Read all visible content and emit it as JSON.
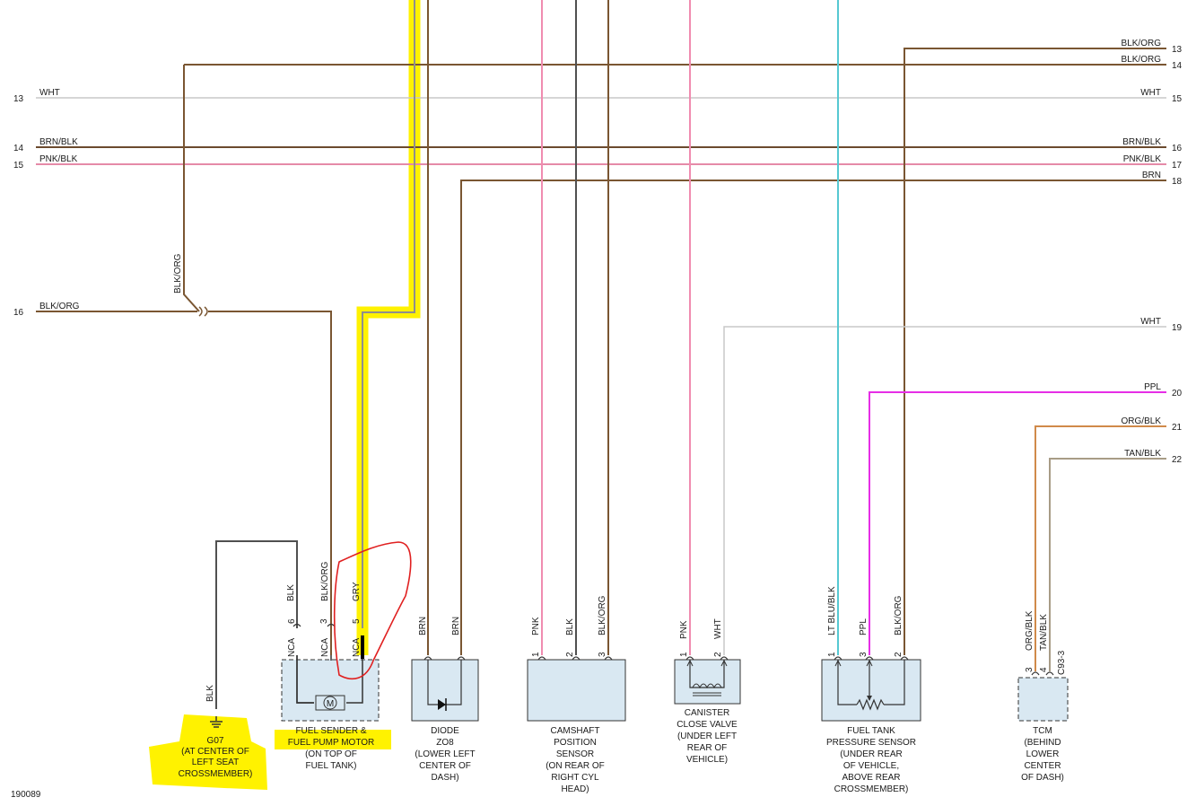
{
  "diagram_id": "190089",
  "colors": {
    "wht": "#c8c8c8",
    "brn": "#7a5632",
    "brn_blk": "#6b4a2e",
    "pnk_blk": "#e58aa8",
    "blk_org": "#7a5632",
    "pnk": "#f08cb0",
    "blk": "#505050",
    "gry": "#8e8e8e",
    "lt_blu_blk": "#56c8d2",
    "ppl": "#e62ee6",
    "org_blk": "#d08a4a",
    "tan_blk": "#a89c86",
    "highlight": "#fff200",
    "annotation": "#e02020",
    "box_fill": "#d9e8f2"
  },
  "left_pins": [
    {
      "num": "13",
      "wire": "WHT"
    },
    {
      "num": "14",
      "wire": "BRN/BLK"
    },
    {
      "num": "15",
      "wire": "PNK/BLK"
    },
    {
      "num": "16",
      "wire": "BLK/ORG"
    }
  ],
  "right_pins": [
    {
      "num": "13",
      "wire": "BLK/ORG"
    },
    {
      "num": "14",
      "wire": "BLK/ORG"
    },
    {
      "num": "15",
      "wire": "WHT"
    },
    {
      "num": "16",
      "wire": "BRN/BLK"
    },
    {
      "num": "17",
      "wire": "PNK/BLK"
    },
    {
      "num": "18",
      "wire": "BRN"
    },
    {
      "num": "19",
      "wire": "WHT"
    },
    {
      "num": "20",
      "wire": "PPL"
    },
    {
      "num": "21",
      "wire": "ORG/BLK"
    },
    {
      "num": "22",
      "wire": "TAN/BLK"
    }
  ],
  "splice_label": "BLK/ORG",
  "ground": {
    "wire": "BLK",
    "lines": [
      "G07",
      "(AT CENTER OF",
      "LEFT SEAT",
      "CROSSMEMBER)"
    ]
  },
  "fuel_pump": {
    "pins": [
      {
        "num": "6",
        "wire": "BLK",
        "tag": "NCA"
      },
      {
        "num": "3",
        "wire": "BLK/ORG",
        "tag": "NCA"
      },
      {
        "num": "5",
        "wire": "GRY",
        "tag": "NCA"
      }
    ],
    "motor": "M",
    "lines": [
      "FUEL SENDER &",
      "FUEL PUMP MOTOR",
      "(ON TOP OF",
      "FUEL TANK)"
    ]
  },
  "diode": {
    "wires": [
      "BRN",
      "BRN"
    ],
    "lines": [
      "DIODE",
      "ZO8",
      "(LOWER LEFT",
      "CENTER OF",
      "DASH)"
    ]
  },
  "camshaft": {
    "pins": [
      {
        "num": "1",
        "wire": "PNK"
      },
      {
        "num": "2",
        "wire": "BLK"
      },
      {
        "num": "3",
        "wire": "BLK/ORG"
      }
    ],
    "lines": [
      "CAMSHAFT",
      "POSITION",
      "SENSOR",
      "(ON REAR OF",
      "RIGHT CYL",
      "HEAD)"
    ]
  },
  "canister": {
    "pins": [
      {
        "num": "1",
        "wire": "PNK"
      },
      {
        "num": "2",
        "wire": "WHT"
      }
    ],
    "lines": [
      "CANISTER",
      "CLOSE VALVE",
      "(UNDER LEFT",
      "REAR OF",
      "VEHICLE)"
    ]
  },
  "fuel_tank_sensor": {
    "pins": [
      {
        "num": "1",
        "wire": "LT BLU/BLK"
      },
      {
        "num": "3",
        "wire": "PPL"
      },
      {
        "num": "2",
        "wire": "BLK/ORG"
      }
    ],
    "lines": [
      "FUEL TANK",
      "PRESSURE SENSOR",
      "(UNDER REAR",
      "OF VEHICLE,",
      "ABOVE REAR",
      "CROSSMEMBER)"
    ]
  },
  "tcm": {
    "connector": "C93-3",
    "pins": [
      {
        "num": "3",
        "wire": "ORG/BLK"
      },
      {
        "num": "4",
        "wire": "TAN/BLK"
      }
    ],
    "lines": [
      "TCM",
      "(BEHIND",
      "LOWER",
      "CENTER",
      "OF DASH)"
    ]
  }
}
